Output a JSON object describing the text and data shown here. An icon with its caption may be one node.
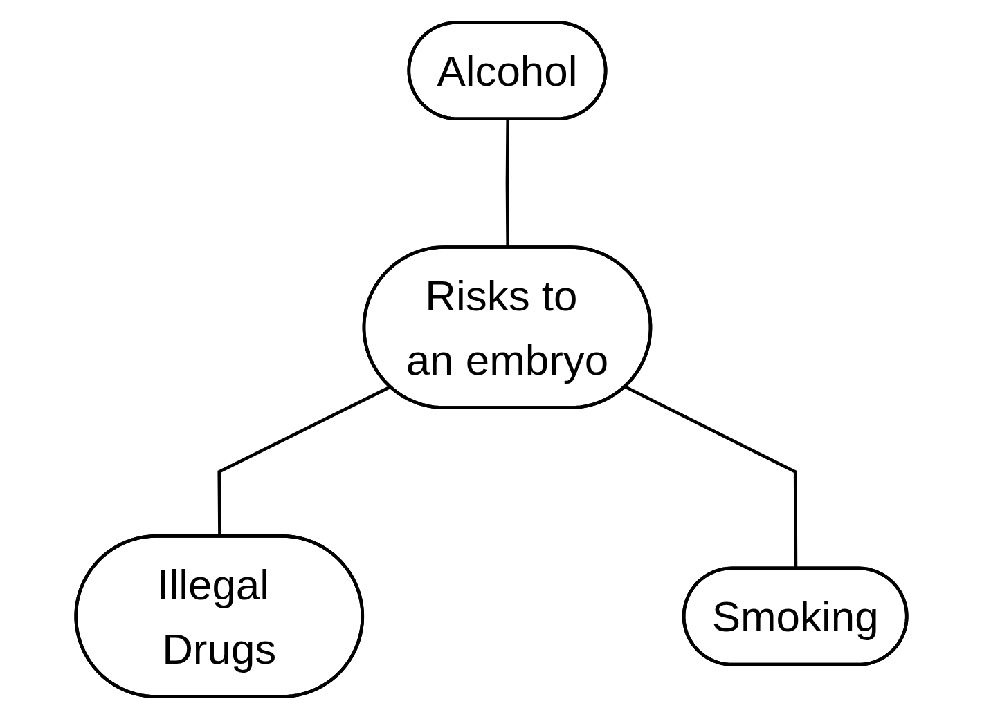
{
  "diagram": {
    "nodes": [
      {
        "text": [
          "Alcohol"
        ]
      },
      {
        "text": [
          "Risks to an embryo"
        ]
      },
      {
        "text": [
          "Illegal Drugs"
        ]
      },
      {
        "text": [
          "Smoking"
        ]
      }
    ],
    "edges": [
      {
        "from": 0,
        "to": 1,
        "arrow": "none"
      },
      {
        "from": 1,
        "to": 2,
        "arrow": "none"
      },
      {
        "from": 1,
        "to": 3,
        "arrow": "none"
      }
    ]
  }
}
